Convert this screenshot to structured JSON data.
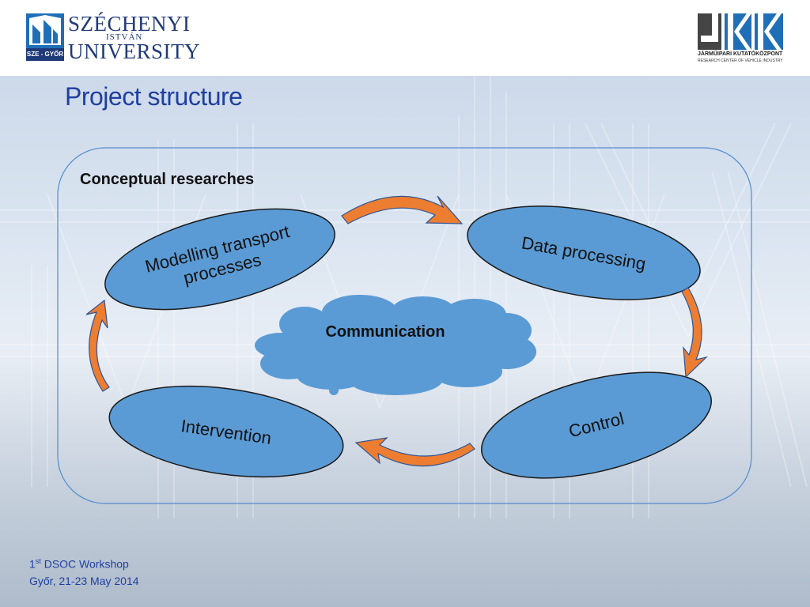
{
  "header": {
    "left_logo": {
      "line1": "SZÉCHENYI",
      "line2": "ISTVÁN",
      "line3": "UNIVERSITY",
      "badge": "SZE - GYŐR"
    },
    "right_logo": {
      "caption1": "JÁRMŰIPARI KUTATÓKÖZPONT",
      "caption2": "RESEARCH CENTER OF VEHICLE INDUSTRY"
    }
  },
  "slide": {
    "title": "Project structure",
    "group_label": "Conceptual researches"
  },
  "diagram": {
    "nodes": {
      "modelling": [
        "Modelling transport",
        "processes"
      ],
      "data_processing": "Data processing",
      "control": "Control",
      "intervention": "Intervention",
      "communication": "Communication"
    },
    "colors": {
      "node_fill": "#5b9bd5",
      "node_stroke": "#1a1a1a",
      "arrow_fill": "#ed7d31",
      "arrow_stroke": "#2f5597",
      "container_stroke": "#4f8bd0"
    }
  },
  "footer": {
    "ordinal_number": "1",
    "ordinal_suffix": "st",
    "event": " DSOC Workshop",
    "place_date": "Győr, 21-23 May 2014"
  }
}
